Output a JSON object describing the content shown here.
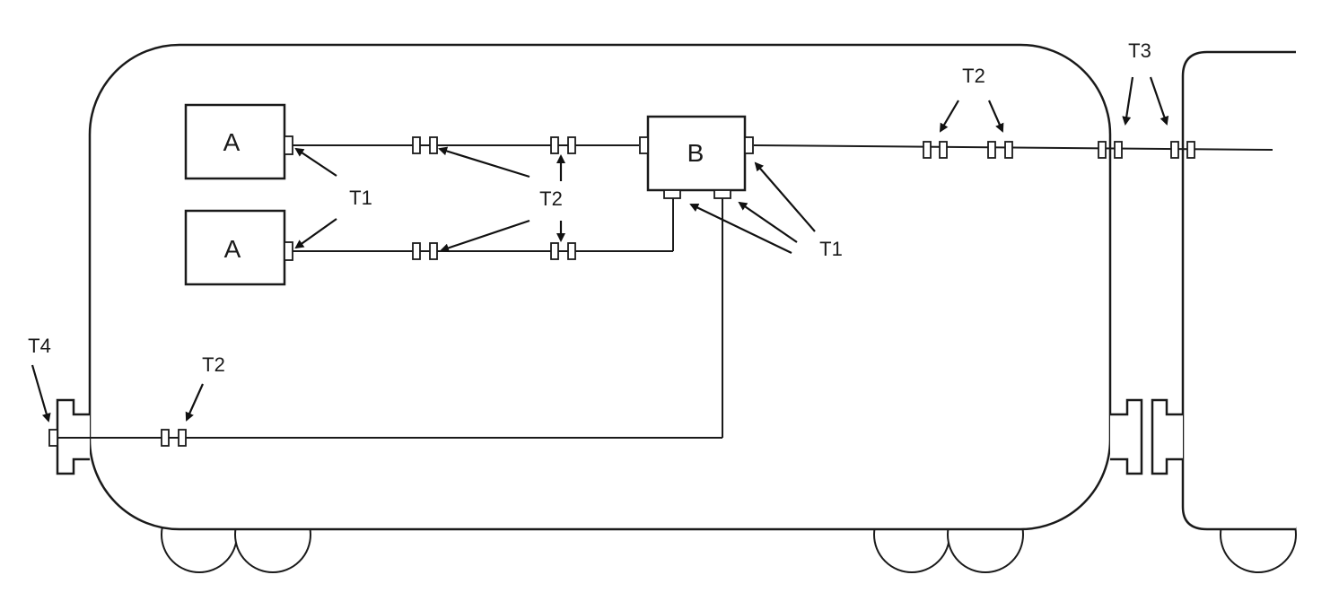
{
  "devices": {
    "a_top": "A",
    "a_bottom": "A",
    "b": "B"
  },
  "labels": {
    "t1_left": "T1",
    "t1_right": "T1",
    "t2_middle": "T2",
    "t2_top_right": "T2",
    "t2_bottom_left": "T2",
    "t3": "T3",
    "t4": "T4"
  }
}
